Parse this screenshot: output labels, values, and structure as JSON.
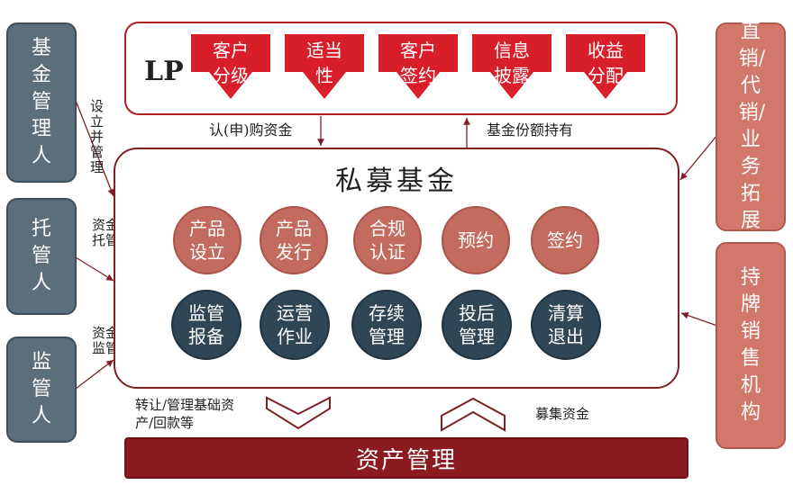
{
  "left_boxes": [
    {
      "label": "基金管理人"
    },
    {
      "label": "托管人"
    },
    {
      "label": "监管人"
    }
  ],
  "left_labels": [
    {
      "text": "设立并管理"
    },
    {
      "text": "资金托管"
    },
    {
      "text": "资金监管"
    }
  ],
  "right_boxes": [
    {
      "label": "直销/代销/业务拓展"
    },
    {
      "label": "持牌销售机构"
    }
  ],
  "lp": {
    "title": "LP",
    "steps": [
      {
        "line1": "客户",
        "line2": "分级"
      },
      {
        "line1": "适当",
        "line2": "性"
      },
      {
        "line1": "客户",
        "line2": "签约"
      },
      {
        "line1": "信息",
        "line2": "披露"
      },
      {
        "line1": "收益",
        "line2": "分配"
      }
    ]
  },
  "flow_labels": {
    "subscription": "认(申)购资金",
    "holding": "基金份额持有",
    "transfer": "转让/管理基础资产/回款等",
    "raise": "募集资金"
  },
  "fund": {
    "title": "私募基金",
    "stage1": [
      {
        "label": "产品设立"
      },
      {
        "label": "产品发行"
      },
      {
        "label": "合规认证"
      },
      {
        "label": "预约"
      },
      {
        "label": "签约"
      }
    ],
    "stage2": [
      {
        "label": "监管报备"
      },
      {
        "label": "运营作业"
      },
      {
        "label": "存续管理"
      },
      {
        "label": "投后管理"
      },
      {
        "label": "清算退出"
      }
    ]
  },
  "asset": {
    "label": "资产管理"
  },
  "colors": {
    "dark_red": "#8b1a21",
    "red": "#d81e28",
    "slate": "#5b6e7c",
    "salmon": "#d2786b",
    "navy": "#2f4656"
  }
}
